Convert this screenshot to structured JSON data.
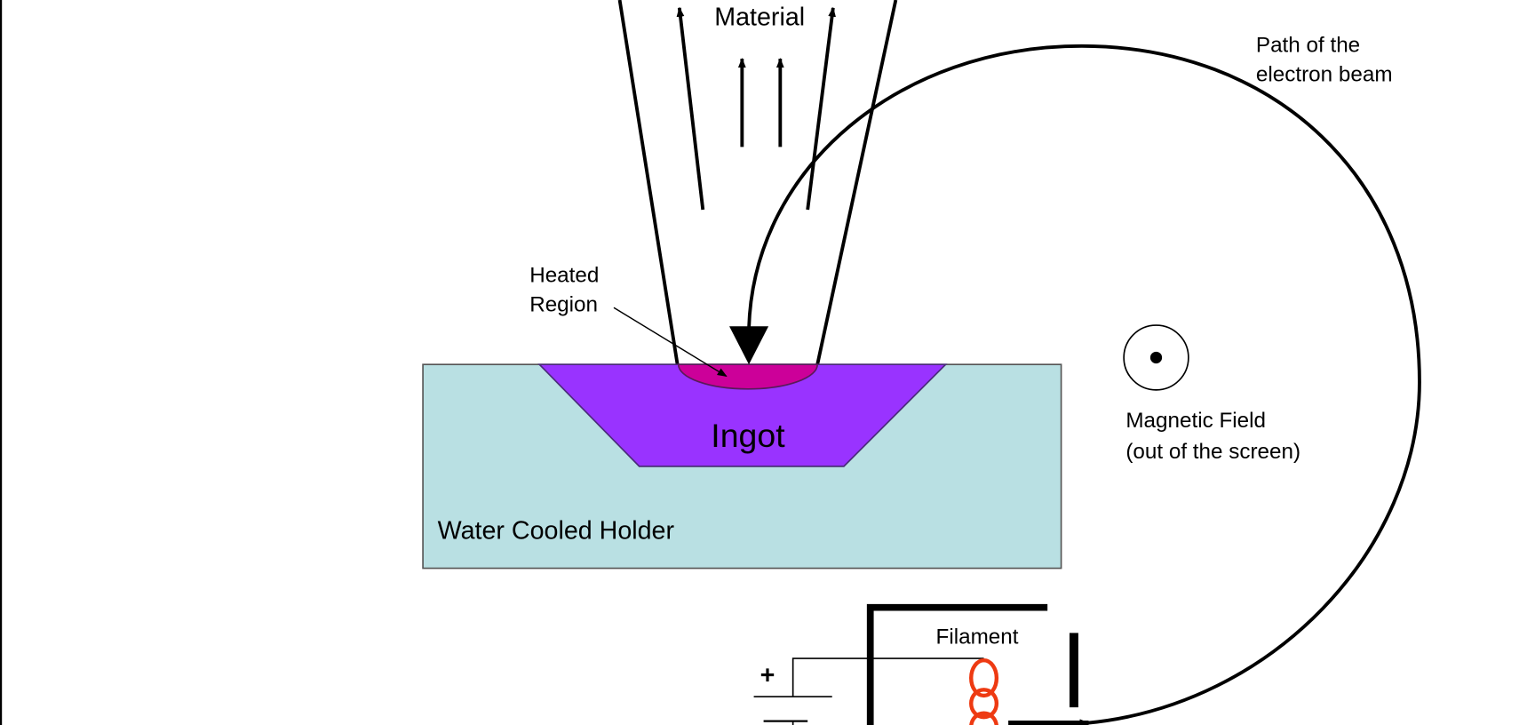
{
  "labels": {
    "material": "Material",
    "heated_region_line1": "Heated",
    "heated_region_line2": "Region",
    "ingot": "Ingot",
    "holder": "Water Cooled Holder",
    "beam_path_line1": "Path of the",
    "beam_path_line2": "electron beam",
    "magnetic_line1": "Magnetic Field",
    "magnetic_line2": "(out of the screen)",
    "filament": "Filament",
    "plus": "+"
  },
  "colors": {
    "holder_fill": "#b9e0e3",
    "ingot_fill": "#9933ff",
    "heated_fill": "#cc0099",
    "filament": "#ee3a12",
    "line": "#000000"
  },
  "icons": {
    "magnetic_field": "circle-dot-out-of-page-icon"
  }
}
